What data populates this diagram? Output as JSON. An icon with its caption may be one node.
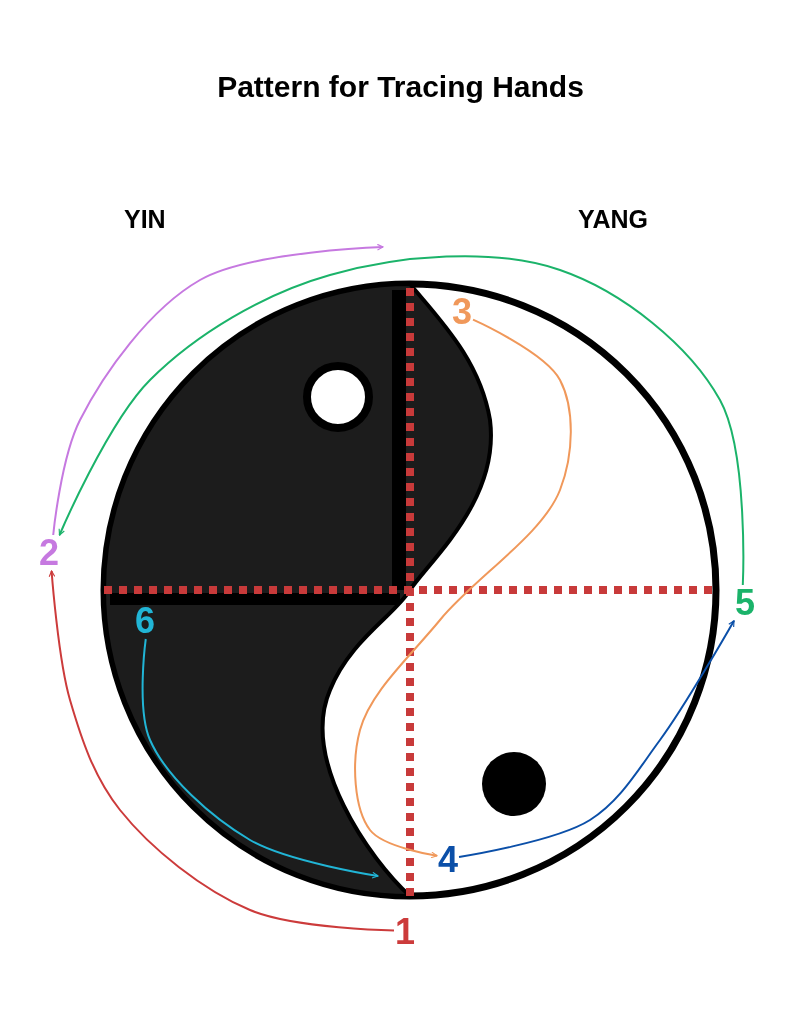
{
  "diagram": {
    "title": "Pattern for Tracing Hands",
    "nodes": [
      {
        "text": [
          "1"
        ]
      },
      {
        "text": [
          "2"
        ]
      },
      {
        "text": [
          "3"
        ]
      },
      {
        "text": [
          "4"
        ]
      },
      {
        "text": [
          "5"
        ]
      },
      {
        "text": [
          "6"
        ]
      }
    ],
    "edges": [
      {
        "from": 0,
        "to": 1,
        "arrow": "to",
        "color": "#cc3b3b"
      },
      {
        "from": 1,
        "to": null,
        "arrow": "to",
        "color": "#c679e0"
      },
      {
        "from": 4,
        "to": 1,
        "arrow": "to",
        "color": "#1bb36a"
      },
      {
        "from": 2,
        "to": 3,
        "arrow": "to",
        "color": "#f0985a"
      },
      {
        "from": 3,
        "to": 4,
        "arrow": "to",
        "color": "#0b4fa8"
      },
      {
        "from": 5,
        "to": null,
        "arrow": "to",
        "color": "#21b5d6"
      }
    ],
    "labels": [
      "YIN",
      "YANG"
    ]
  }
}
